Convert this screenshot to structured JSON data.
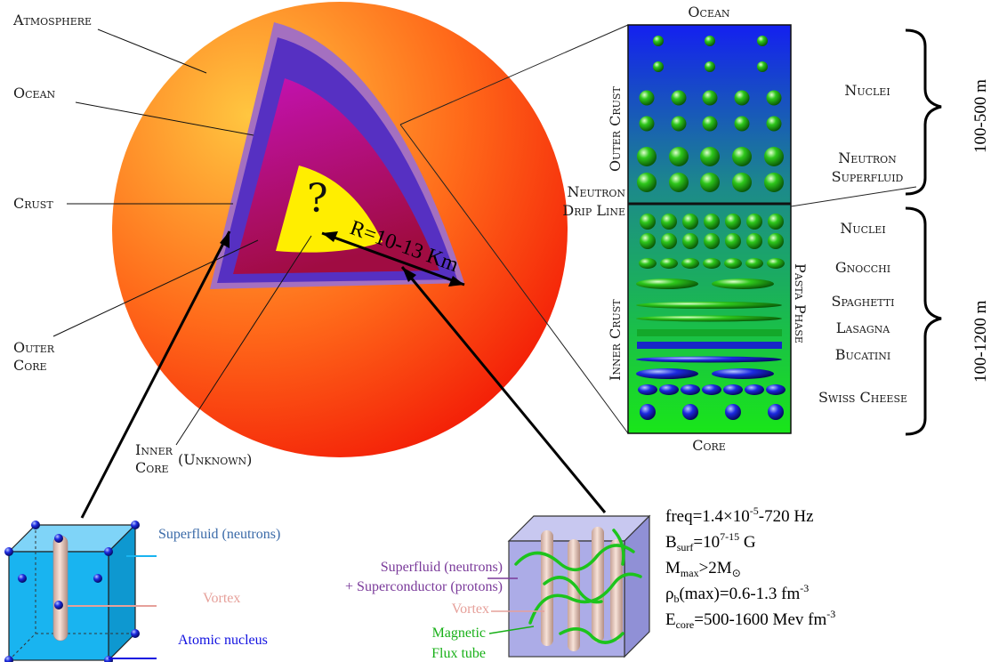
{
  "star": {
    "atmosphere": "Atmosphere",
    "ocean": "Ocean",
    "crust": "Crust",
    "outer_core_1": "Outer",
    "outer_core_2": "Core",
    "inner_core_1": "Inner",
    "inner_core_2": "Core",
    "inner_core_note": "(Unknown)",
    "unknown_mark": "?",
    "radius": "R=10-13 Km"
  },
  "crust_column": {
    "top_label": "Ocean",
    "bottom_label": "Core",
    "outer_crust": "Outer Crust",
    "inner_crust": "Inner Crust",
    "drip_line_1": "Neutron",
    "drip_line_2": "Drip Line",
    "pasta_phase": "Pasta Phase",
    "outer_labels": {
      "nuclei": "Nuclei",
      "neutron_1": "Neutron",
      "neutron_2": "Superfluid"
    },
    "inner_labels": [
      "Nuclei",
      "Gnocchi",
      "Spaghetti",
      "Lasagna",
      "Bucatini",
      "Swiss Cheese"
    ],
    "outer_range": "100-500 m",
    "inner_range": "100-1200 m"
  },
  "core_box_left": {
    "superfluid": "Superfluid (neutrons)",
    "vortex": "Vortex",
    "nucleus": "Atomic nucleus"
  },
  "core_box_right": {
    "superfluid_1": "Superfluid (neutrons)",
    "superfluid_2": "+ Superconductor (protons)",
    "vortex": "Vortex",
    "flux_1": "Magnetic",
    "flux_2": "Flux tube"
  },
  "parameters": {
    "freq_prefix": "freq=1.4×10",
    "freq_exp": "-5",
    "freq_suffix": "-720 Hz",
    "b_main": "B",
    "b_sub": "surf",
    "b_mid": "=10",
    "b_exp": "7-15",
    "b_suffix": " G",
    "m_main": "M",
    "m_sub": "max",
    "m_mid": ">2M",
    "m_sub2": "⊙",
    "rho_main": "ρ",
    "rho_sub": "b",
    "rho_mid": "(max)=0.6-1.3 fm",
    "rho_exp": "-3",
    "e_main": "E",
    "e_sub": "core",
    "e_mid": "=500-1600 Mev fm",
    "e_exp": "-3"
  },
  "colors": {
    "outer_crust_top": "#1420f0",
    "crust_mid": "#1c8a8a",
    "inner_crust_bottom": "#19e619",
    "sphere_surface": "#ff3300",
    "outer_core": "#c01070",
    "inner_core": "#ffee00",
    "left_cube": "#19b4f0",
    "right_cube": "#a8a8e6",
    "superfluid_text_left": "#3a6aa8",
    "superfluid_text_right": "#7a3a9a",
    "vortex_text": "#e6a09a",
    "nucleus_text": "#1010e0",
    "flux_text": "#18b018"
  }
}
